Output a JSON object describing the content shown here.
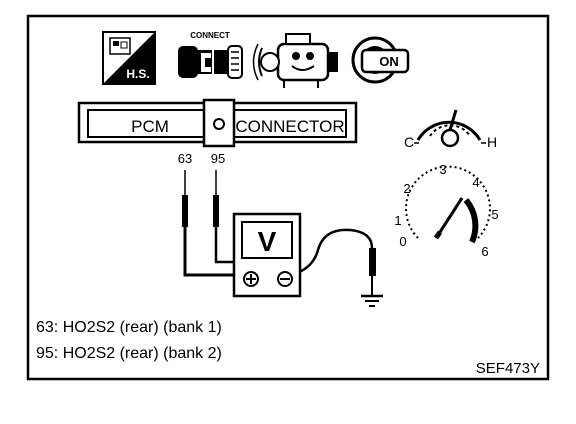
{
  "icons": [
    {
      "name": "hot-start-icon",
      "caption": "H.S."
    },
    {
      "name": "connect-icon",
      "caption": "CONNECT"
    },
    {
      "name": "engine-running-icon",
      "caption": ""
    },
    {
      "name": "ignition-key-on-icon",
      "caption": "ON"
    }
  ],
  "connector": {
    "left_label": "PCM",
    "right_label": "CONNECTOR"
  },
  "pins": {
    "pin_a": "63",
    "pin_b": "95"
  },
  "meter": {
    "symbol": "V"
  },
  "temperature": {
    "cold": "C",
    "hot": "H"
  },
  "tachometer": {
    "scale": [
      "0",
      "1",
      "2",
      "3",
      "4",
      "5",
      "6"
    ]
  },
  "legend": [
    "63: HO2S2 (rear) (bank 1)",
    "95: HO2S2 (rear) (bank 2)"
  ],
  "reference": "SEF473Y",
  "colors": {
    "ink": "#000000",
    "paper": "#ffffff"
  }
}
